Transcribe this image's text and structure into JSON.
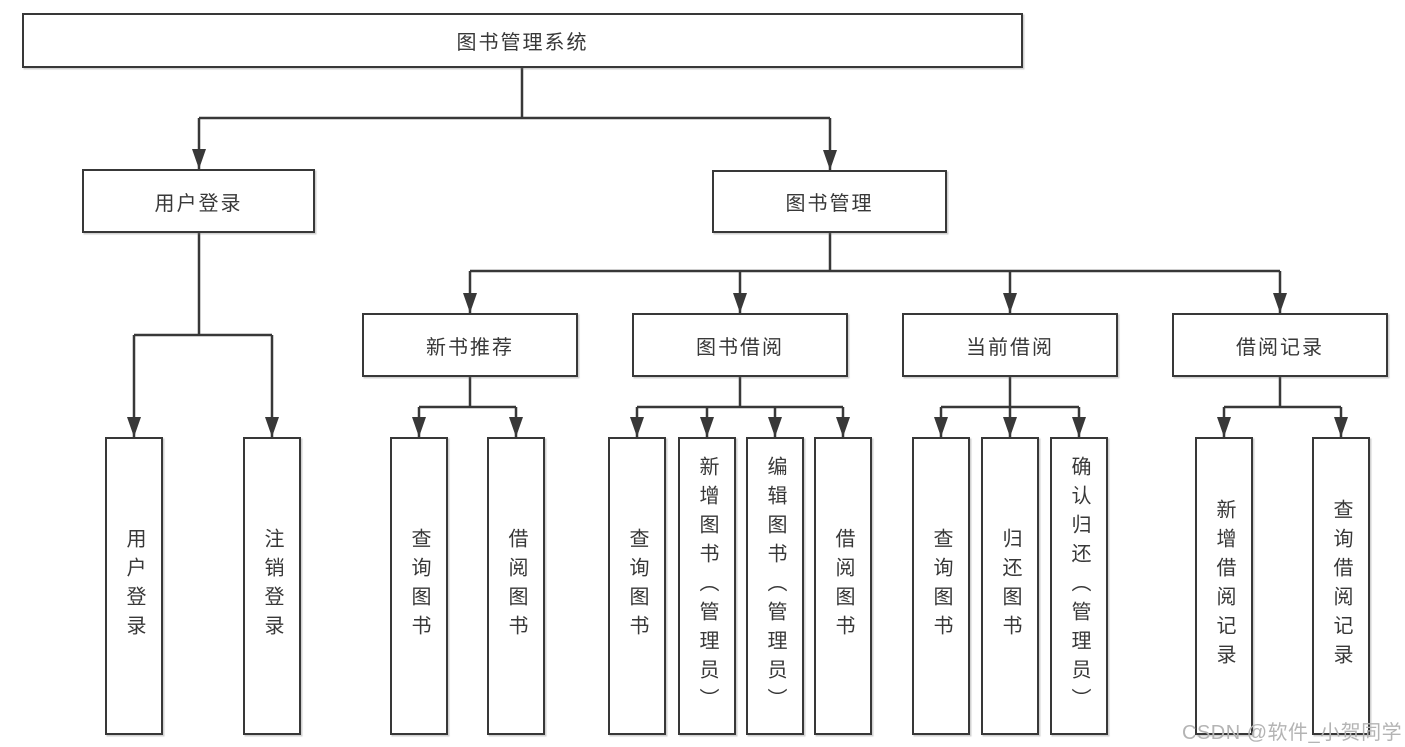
{
  "diagram": {
    "root": {
      "label": "图书管理系统"
    },
    "branches": {
      "user_login": {
        "label": "用户登录",
        "children": [
          {
            "label": "用户登录"
          },
          {
            "label": "注销登录"
          }
        ]
      },
      "book_management": {
        "label": "图书管理",
        "children": [
          {
            "label": "新书推荐",
            "children": [
              {
                "label": "查询图书"
              },
              {
                "label": "借阅图书"
              }
            ]
          },
          {
            "label": "图书借阅",
            "children": [
              {
                "label": "查询图书"
              },
              {
                "label": "新增图书（管理员）"
              },
              {
                "label": "编辑图书（管理员）"
              },
              {
                "label": "借阅图书"
              }
            ]
          },
          {
            "label": "当前借阅",
            "children": [
              {
                "label": "查询图书"
              },
              {
                "label": "归还图书"
              },
              {
                "label": "确认归还（管理员）"
              }
            ]
          },
          {
            "label": "借阅记录",
            "children": [
              {
                "label": "新增借阅记录"
              },
              {
                "label": "查询借阅记录"
              }
            ]
          }
        ]
      }
    },
    "line_color": "#383838"
  },
  "watermark": {
    "text": "CSDN @软件_小贺同学"
  }
}
